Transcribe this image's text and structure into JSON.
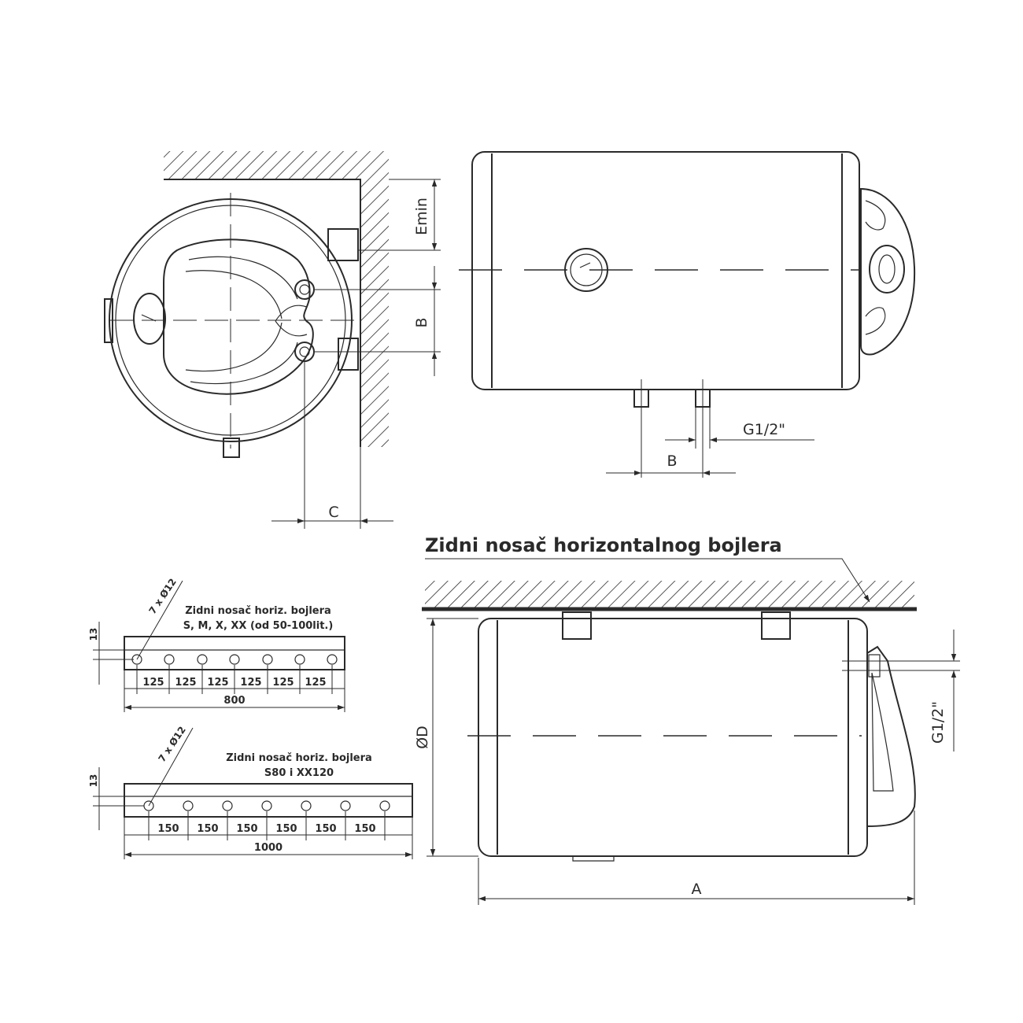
{
  "side_view": {
    "emin_label": "Emin",
    "b_label": "B",
    "c_label": "C"
  },
  "front_view": {
    "g_label": "G1/2\"",
    "b_label": "B"
  },
  "mount_view": {
    "title": "Zidni nosač horizontalnog bojlera",
    "d_label": "ØD",
    "a_label": "A",
    "g_label": "G1/2\""
  },
  "bracket_small": {
    "title_line1": "Zidni nosač horiz. bojlera",
    "title_line2": "S, M, X, XX (od 50-100lit.)",
    "holes_label": "7 x Ø12",
    "height_label": "13",
    "spacings": [
      "125",
      "125",
      "125",
      "125",
      "125",
      "125"
    ],
    "total_label": "800"
  },
  "bracket_large": {
    "title_line1": "Zidni nosač horiz. bojlera",
    "title_line2": "S80 i XX120",
    "holes_label": "7 x Ø12",
    "height_label": "13",
    "spacings": [
      "150",
      "150",
      "150",
      "150",
      "150",
      "150"
    ],
    "total_label": "1000"
  }
}
